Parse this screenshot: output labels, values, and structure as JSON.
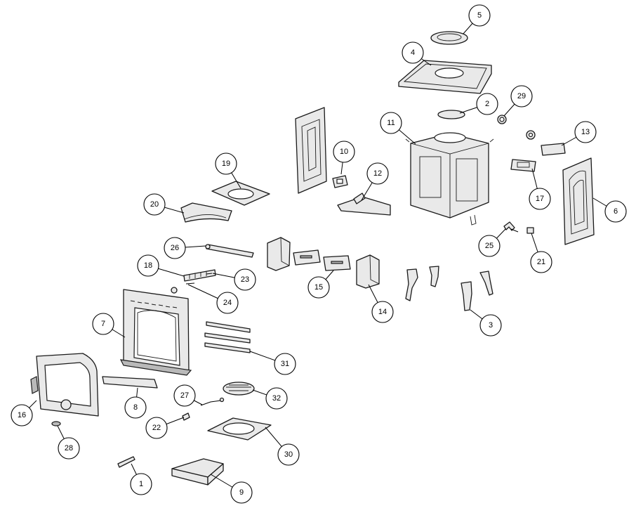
{
  "callouts": [
    {
      "label": "1"
    },
    {
      "label": "2"
    },
    {
      "label": "3"
    },
    {
      "label": "4"
    },
    {
      "label": "5"
    },
    {
      "label": "6"
    },
    {
      "label": "7"
    },
    {
      "label": "8"
    },
    {
      "label": "9"
    },
    {
      "label": "10"
    },
    {
      "label": "11"
    },
    {
      "label": "12"
    },
    {
      "label": "13"
    },
    {
      "label": "14"
    },
    {
      "label": "15"
    },
    {
      "label": "16"
    },
    {
      "label": "17"
    },
    {
      "label": "18"
    },
    {
      "label": "19"
    },
    {
      "label": "20"
    },
    {
      "label": "21"
    },
    {
      "label": "22"
    },
    {
      "label": "23"
    },
    {
      "label": "24"
    },
    {
      "label": "25"
    },
    {
      "label": "26"
    },
    {
      "label": "27"
    },
    {
      "label": "28"
    },
    {
      "label": "29"
    },
    {
      "label": "30"
    },
    {
      "label": "31"
    },
    {
      "label": "32"
    }
  ],
  "colors": {
    "line": "#1a1a1a",
    "fill": "#e9e9e9",
    "background": "#ffffff"
  }
}
